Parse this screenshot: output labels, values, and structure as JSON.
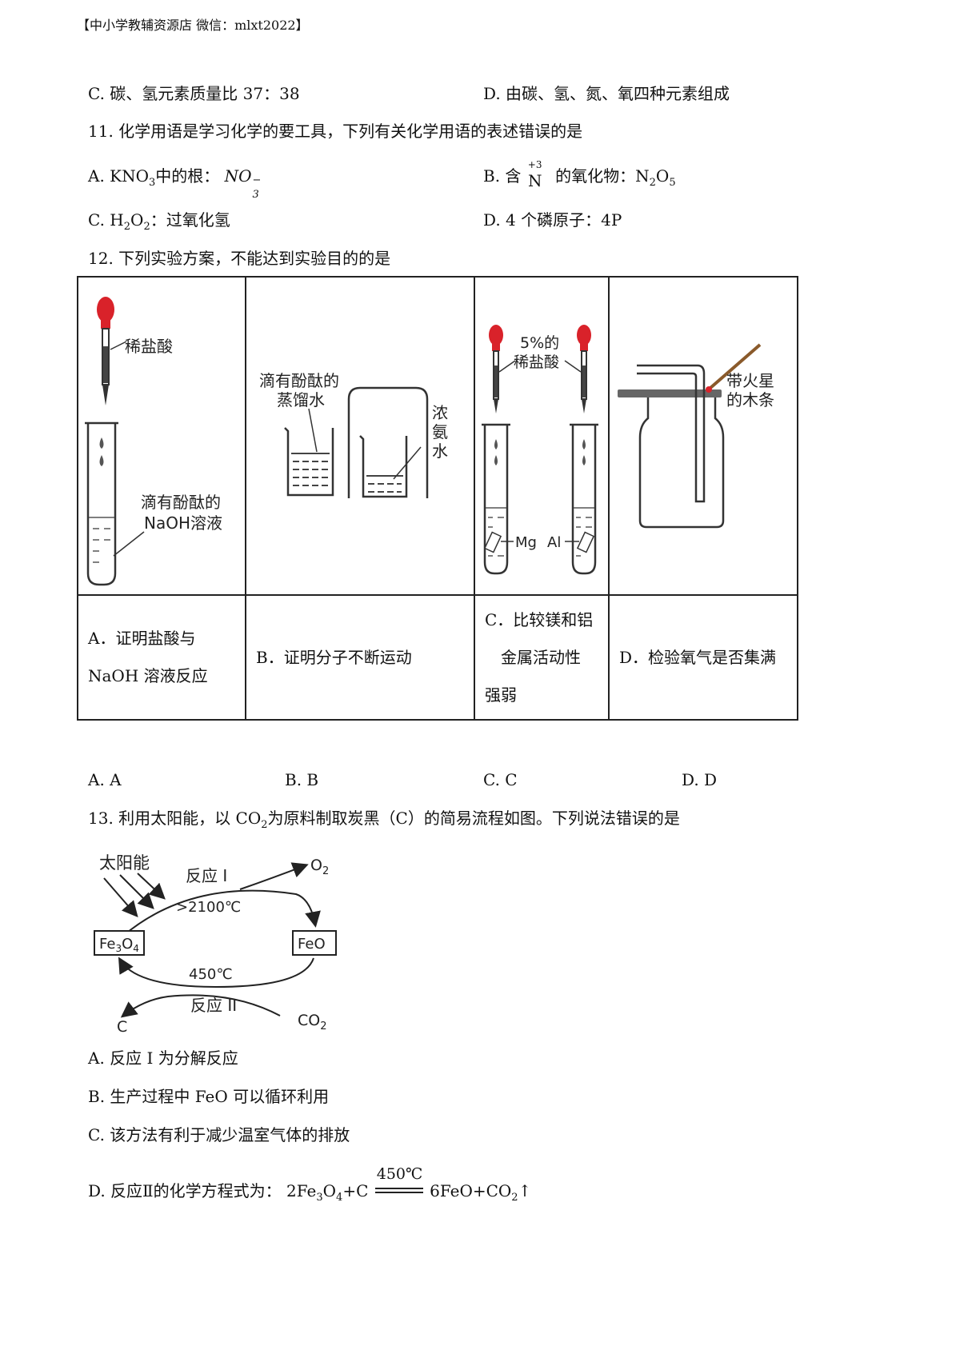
{
  "header": "【中小学教辅资源店  微信：mlxt2022】",
  "q10": {
    "optC": "C. 碳、氢元素质量比    37：38",
    "optD": "D. 由碳、氢、氮、氧四种元素组成"
  },
  "q11": {
    "stem": "11. 化学用语是学习化学的要工具，下列有关化学用语的表述错误的是",
    "A_prefix": "A. KNO",
    "A_sub": "3",
    "A_mid": "中的根：",
    "A_ion": "NO",
    "A_ion_sub": "3",
    "A_ion_sup": "−",
    "B_prefix": "B. 含",
    "B_valence": "+3",
    "B_elem": "N",
    "B_suffix": "的氧化物：N",
    "B_sub1": "2",
    "B_o": "O",
    "B_sub2": "5",
    "C_prefix": "C. H",
    "C_sub1": "2",
    "C_o": "O",
    "C_sub2": "2",
    "C_suffix": "：过氧化氢",
    "D": "D. 4 个磷原子：4P"
  },
  "q12": {
    "stem": "12. 下列实验方案，不能达到实验目的的是",
    "fig_labels": {
      "acid": "稀盐酸",
      "phenol_naoh_1": "滴有酚酞的",
      "phenol_naoh_2": "NaOH溶液",
      "phenol_water_1": "滴有酚酞的",
      "phenol_water_2": "蒸馏水",
      "ammonia_1": "浓",
      "ammonia_2": "氨",
      "ammonia_3": "水",
      "acid5_1": "5%的",
      "acid5_2": "稀盐酸",
      "mg": "Mg",
      "al": "Al",
      "splint_1": "带火星",
      "splint_2": "的木条"
    },
    "cellA_1": "A．证明盐酸与",
    "cellA_2": "NaOH 溶液反应",
    "cellB": "B．证明分子不断运动",
    "cellC_1": "C．比较镁和铝",
    "cellC_2": "金属活动性",
    "cellC_3": "强弱",
    "cellD": "D．检验氧气是否集满",
    "options": [
      "A. A",
      "B. B",
      "C. C",
      "D. D"
    ]
  },
  "q13": {
    "stem_1": "13. 利用太阳能，以 CO",
    "stem_sub": "2",
    "stem_2": "为原料制取炭黑（C）的简易流程如图。下列说法错误的是",
    "fig": {
      "solar": "太阳能",
      "r1": "反应 I",
      "o2": "O",
      "o2_sub": "2",
      "temp1": ">2100℃",
      "fe3o4": "Fe",
      "fe3o4_s1": "3",
      "fe3o4_o": "O",
      "fe3o4_s2": "4",
      "feo": "FeO",
      "temp2": "450℃",
      "r2": "反应 II",
      "c": "C",
      "co2": "CO",
      "co2_sub": "2"
    },
    "optA": "A. 反应 I 为分解反应",
    "optB": "B. 生产过程中 FeO 可以循环利用",
    "optC": "C. 该方法有利于减少温室气体的排放",
    "optD_prefix": "D. 反应Ⅱ的化学方程式为：",
    "eq_left": "2Fe",
    "eq_s1": "3",
    "eq_o": "O",
    "eq_s2": "4",
    "eq_plus": "+C",
    "eq_cond": "450℃",
    "eq_right": "6FeO+CO",
    "eq_s3": "2",
    "eq_arrow": "↑"
  }
}
